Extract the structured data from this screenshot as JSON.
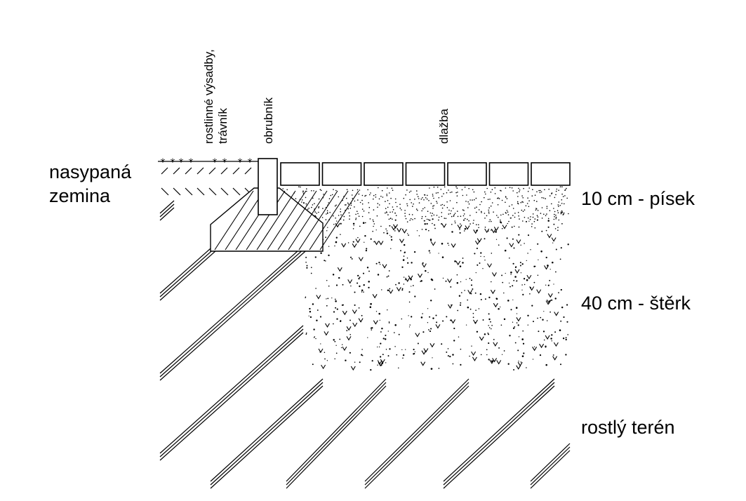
{
  "labels": {
    "fill_soil": [
      "nasypaná",
      "zemina"
    ],
    "sand": "10 cm - písek",
    "gravel": "40 cm - štěrk",
    "native_ground": "rostlý terén",
    "plants": [
      "rostlinné výsadby,",
      "trávník"
    ],
    "curb": "obrubník",
    "paving": "dlažba"
  },
  "colors": {
    "line": "#000000",
    "background": "#ffffff"
  }
}
